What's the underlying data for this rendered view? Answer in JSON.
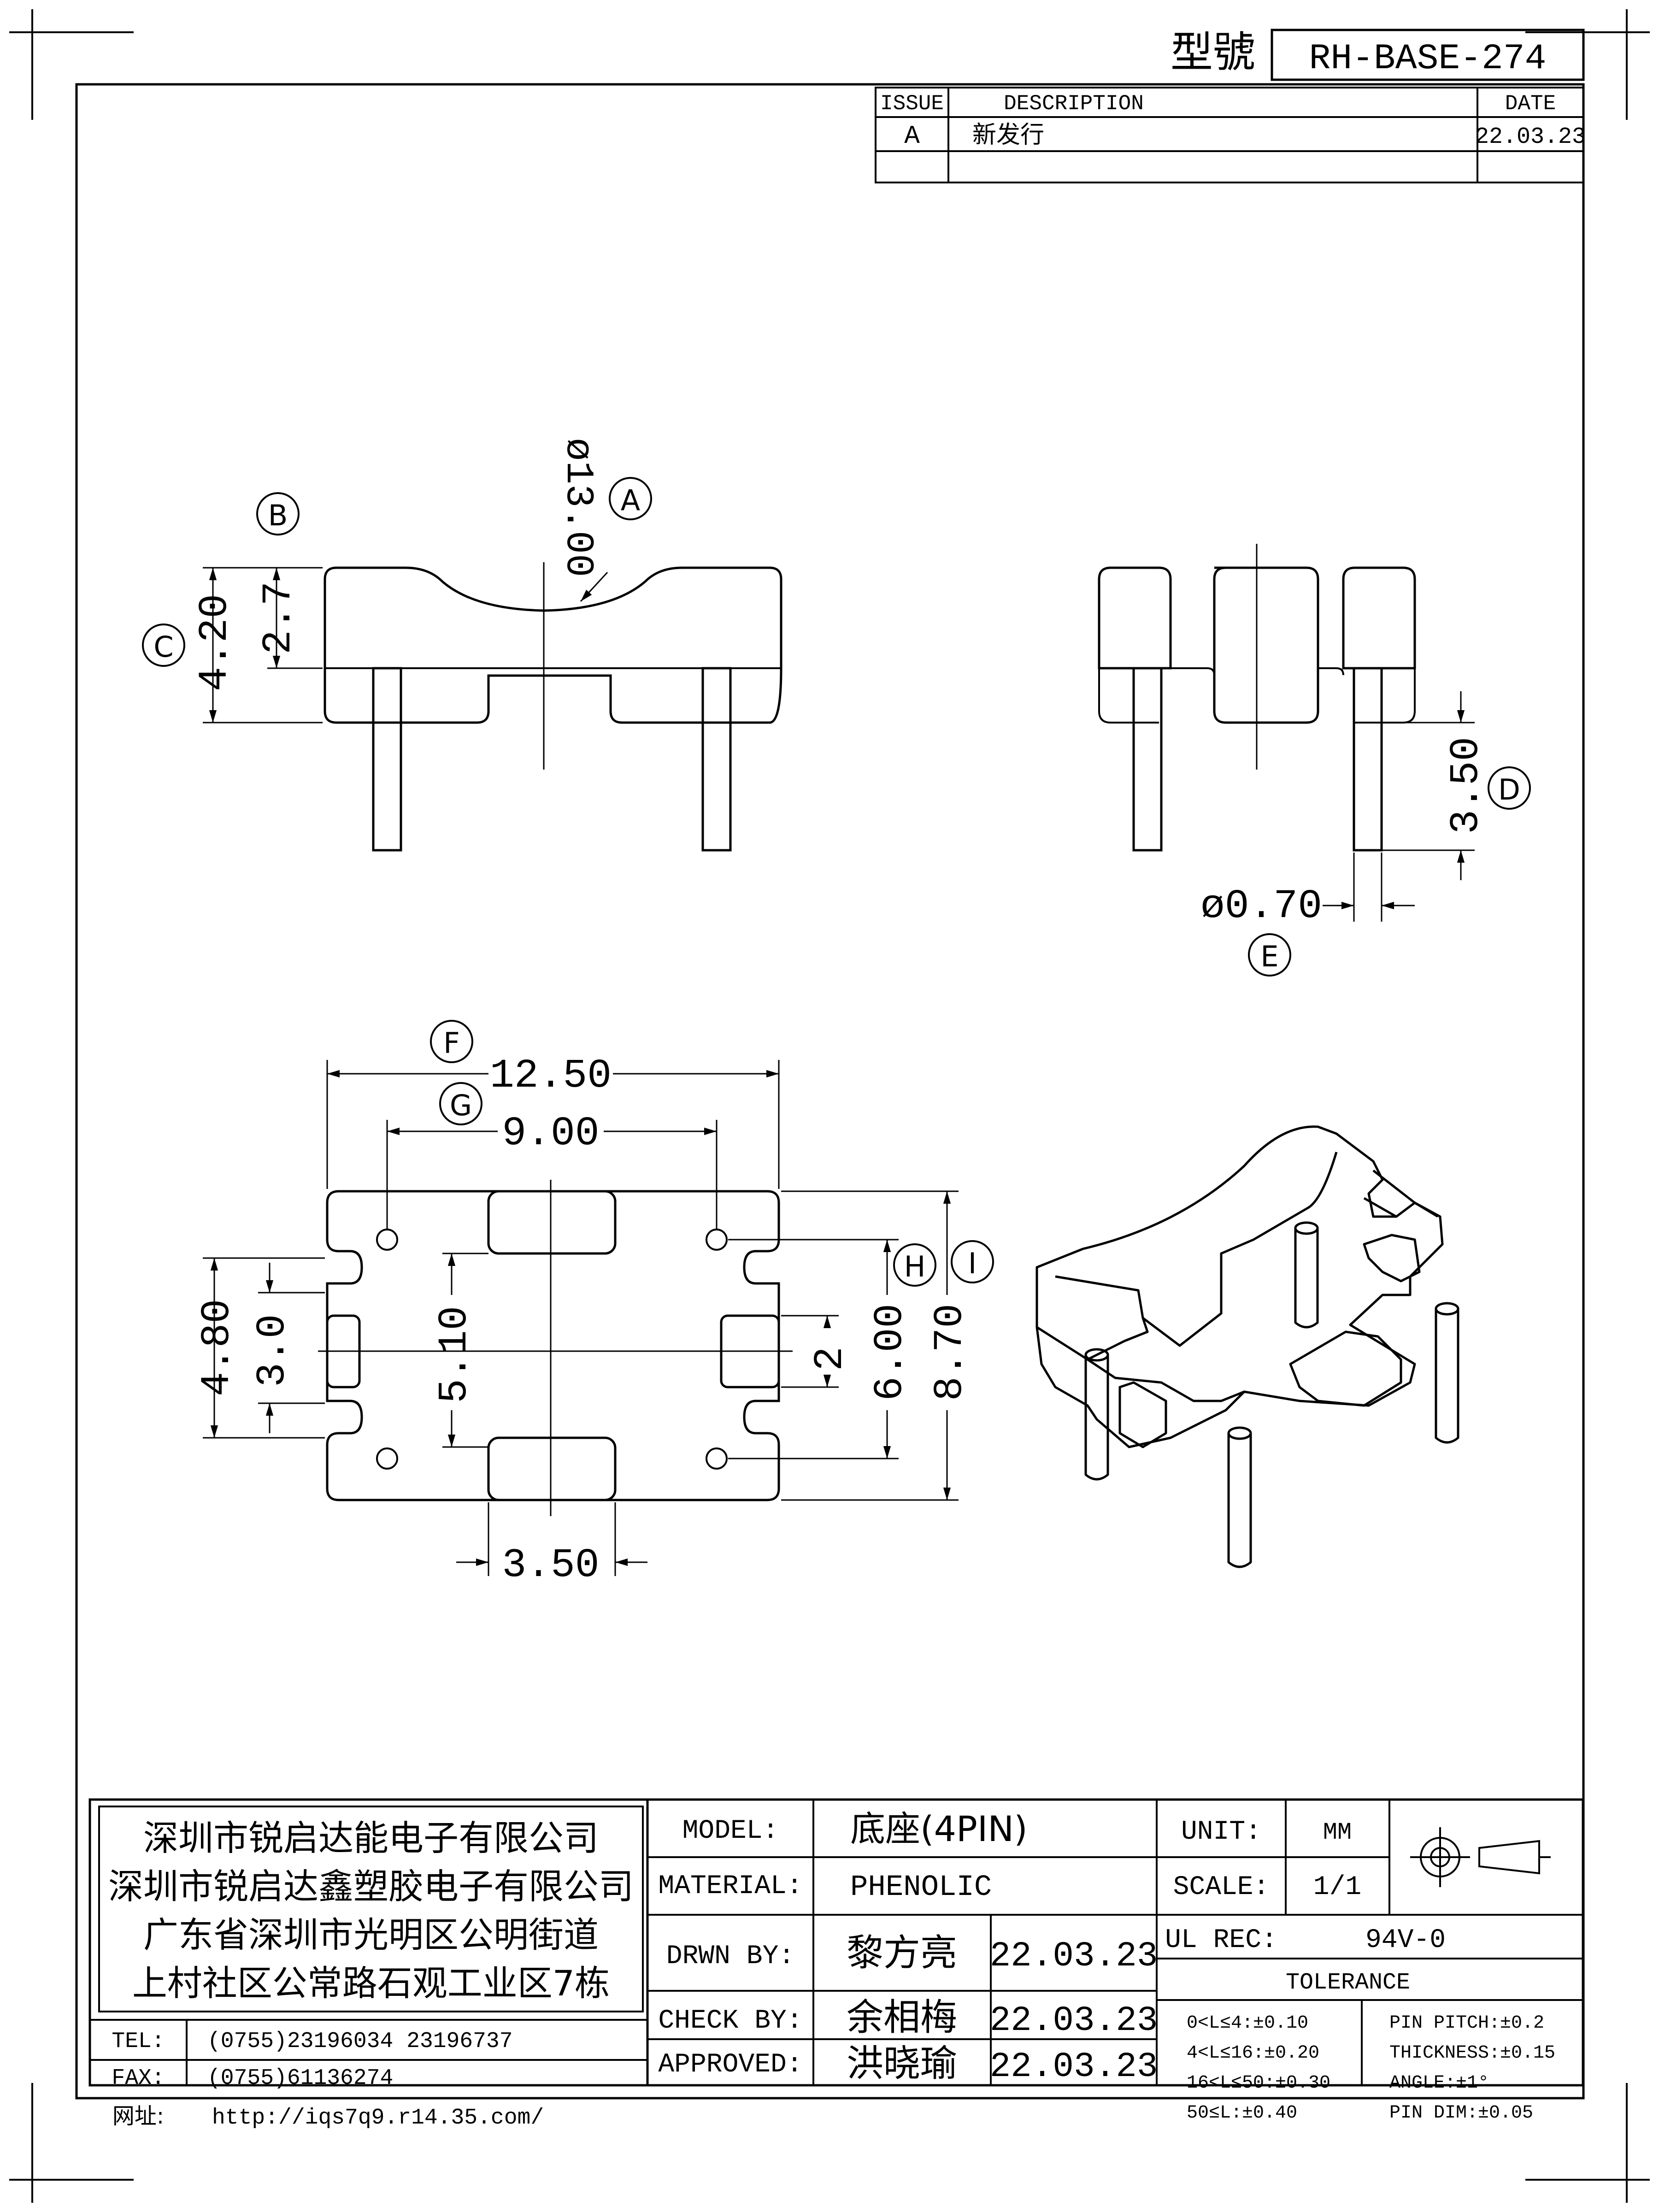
{
  "header": {
    "model_label": "型號",
    "model_value": "RH-BASE-274"
  },
  "revision": {
    "columns": [
      "ISSUE",
      "DESCRIPTION",
      "DATE"
    ],
    "rows": [
      {
        "issue": "A",
        "description": "新发行",
        "date": "22.03.23"
      }
    ]
  },
  "callouts": {
    "A": "A",
    "B": "B",
    "C": "C",
    "D": "D",
    "E": "E",
    "F": "F",
    "G": "G",
    "H": "H",
    "I": "I"
  },
  "dims": {
    "dia_13": "ø13.00",
    "h_4_20": "4.20",
    "h_2_7": "2.7",
    "pin_3_50": "3.50",
    "pin_dia": "ø0.70",
    "w_12_50": "12.50",
    "w_9_00": "9.00",
    "h_4_80": "4.80",
    "h_3_0": "3.0",
    "h_5_10": "5.10",
    "h_2": "2",
    "h_6_00": "6.00",
    "h_8_70": "8.70",
    "w_3_50": "3.50"
  },
  "company": {
    "lines": [
      "深圳市锐启达能电子有限公司",
      "深圳市锐启达鑫塑胶电子有限公司",
      "广东省深圳市光明区公明街道",
      "上村社区公常路石观工业区7栋"
    ],
    "tel_label": "TEL:",
    "tel": "(0755)23196034   23196737",
    "fax_label": "FAX:",
    "fax": "(0755)61136274",
    "web_label": "网址:",
    "web": "http://iqs7q9.r14.35.com/"
  },
  "title_block": {
    "model_label": "MODEL:",
    "model": "底座(4PIN)",
    "material_label": "MATERIAL:",
    "material": "PHENOLIC",
    "drawn_label": "DRWN BY:",
    "drawn": "黎方亮",
    "drawn_date": "22.03.23",
    "check_label": "CHECK BY:",
    "check": "余相梅",
    "check_date": "22.03.23",
    "approved_label": "APPROVED:",
    "approved": "洪晓瑜",
    "approved_date": "22.03.23",
    "unit_label": "UNIT:",
    "unit": "MM",
    "scale_label": "SCALE:",
    "scale": "1/1",
    "ul_label": "UL REC:",
    "ul": "94V-0",
    "tolerance_label": "TOLERANCE",
    "tol_left": [
      "0<L≤4:±0.10",
      "4<L≤16:±0.20",
      "16<L≤50:±0.30",
      "50≤L:±0.40"
    ],
    "tol_right": [
      "PIN PITCH:±0.2",
      "THICKNESS:±0.15",
      "ANGLE:±1°",
      "PIN DIM:±0.05"
    ]
  }
}
